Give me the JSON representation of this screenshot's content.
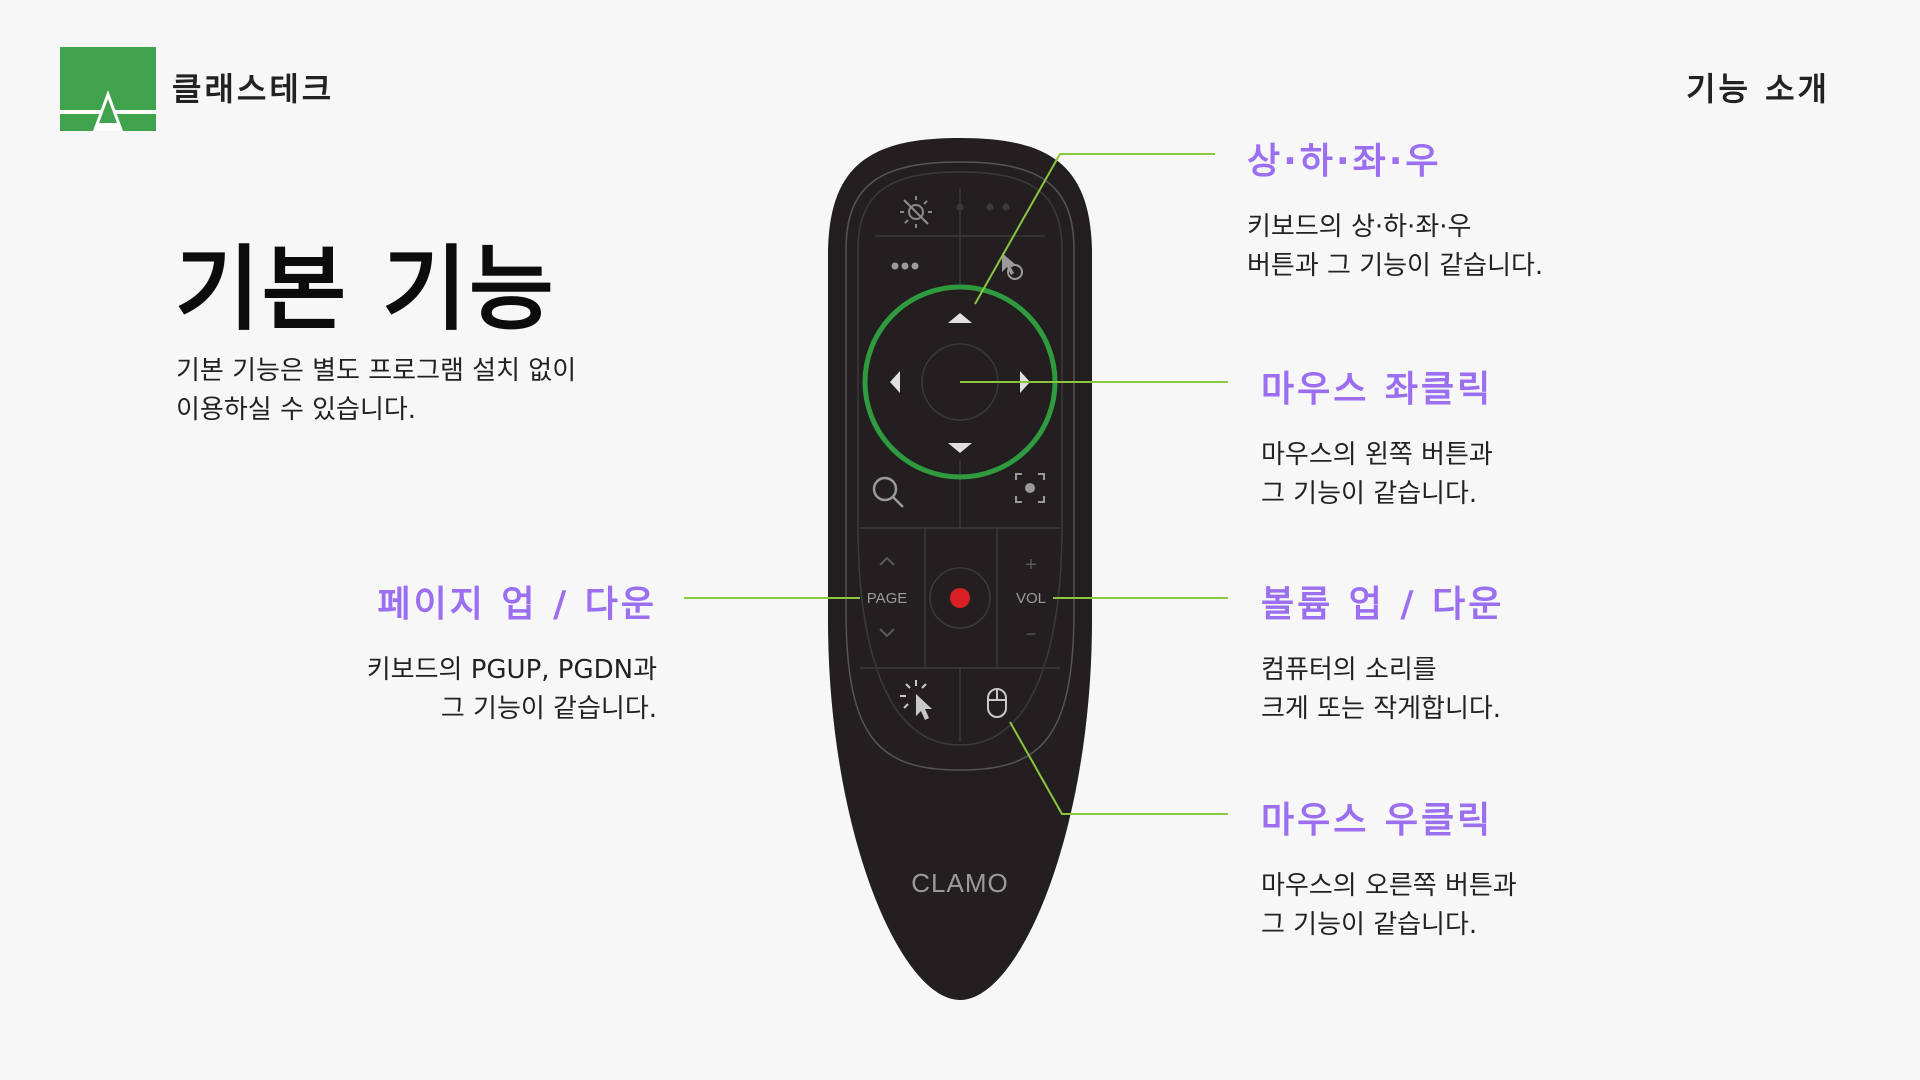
{
  "header": {
    "brand_name": "클래스테크",
    "section_label": "기능 소개"
  },
  "intro": {
    "title": "기본 기능",
    "description_line1": "기본 기능은 별도 프로그램 설치 없이",
    "description_line2": "이용하실 수 있습니다."
  },
  "features": {
    "arrows": {
      "title": "상·하·좌·우",
      "desc_line1": "키보드의 상·하·좌·우",
      "desc_line2": "버튼과 그 기능이 같습니다."
    },
    "left_click": {
      "title": "마우스 좌클릭",
      "desc_line1": "마우스의 왼쪽 버튼과",
      "desc_line2": "그 기능이 같습니다."
    },
    "page": {
      "title": "페이지 업 / 다운",
      "desc_line1": "키보드의 PGUP, PGDN과",
      "desc_line2": "그 기능이 같습니다."
    },
    "volume": {
      "title": "볼륨 업 / 다운",
      "desc_line1": "컴퓨터의 소리를",
      "desc_line2": "크게 또는 작게합니다."
    },
    "right_click": {
      "title": "마우스 우클릭",
      "desc_line1": "마우스의 오른쪽 버튼과",
      "desc_line2": "그 기능이 같습니다."
    }
  },
  "remote": {
    "page_label": "PAGE",
    "vol_label": "VOL",
    "plus_label": "+",
    "minus_label": "−",
    "brand_label": "CLAMO"
  },
  "colors": {
    "accent_purple": "#9b6ff0",
    "logo_green": "#3fa34d",
    "ring_green": "#2f9a3e",
    "leader_green": "#8cc63f",
    "remote_body": "#231f20",
    "record_red": "#d81f26"
  },
  "icons": {
    "logo": "mountain-logo-icon",
    "power": "sun-off-icon",
    "menu": "dots-icon",
    "pointer_rotate": "pointer-rotate-icon",
    "search": "search-icon",
    "screenshot": "screenshot-focus-icon",
    "laser": "laser-pointer-icon",
    "mouse": "mouse-icon",
    "record": "record-dot-icon"
  }
}
